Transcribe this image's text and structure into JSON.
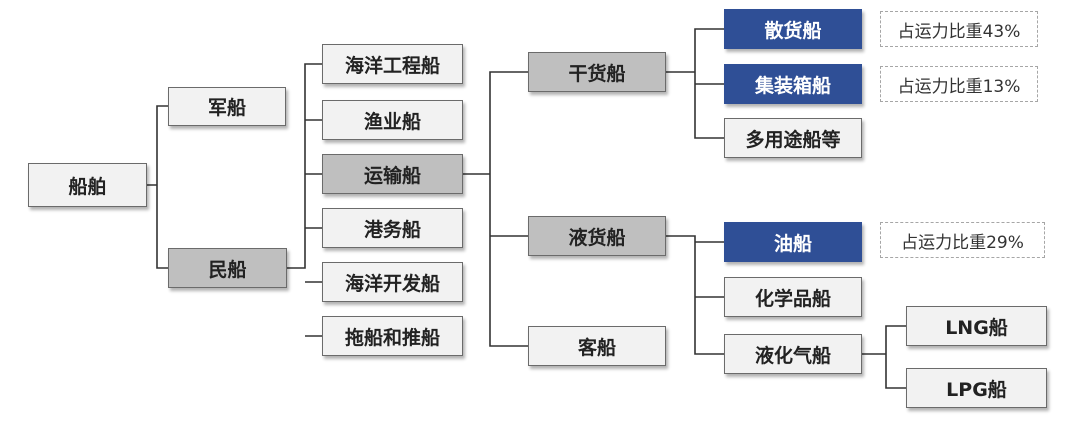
{
  "root": "船舶",
  "military": "军船",
  "civil": "民船",
  "civil_types": [
    "海洋工程船",
    "渔业船",
    "运输船",
    "港务船",
    "海洋开发船",
    "拖船和推船"
  ],
  "transport_types": [
    "干货船",
    "液货船",
    "客船"
  ],
  "dry_cargo": [
    "散货船",
    "集装箱船",
    "多用途船等"
  ],
  "liquid_cargo": [
    "油船",
    "化学品船",
    "液化气船"
  ],
  "gas_carriers": [
    "LNG船",
    "LPG船"
  ],
  "notes": {
    "bulk": "占运力比重43%",
    "container": "占运力比重13%",
    "tanker": "占运力比重29%"
  },
  "colors": {
    "highlight": "#2f4f96",
    "gray": "#bfbfbf",
    "light": "#f2f2f2"
  }
}
